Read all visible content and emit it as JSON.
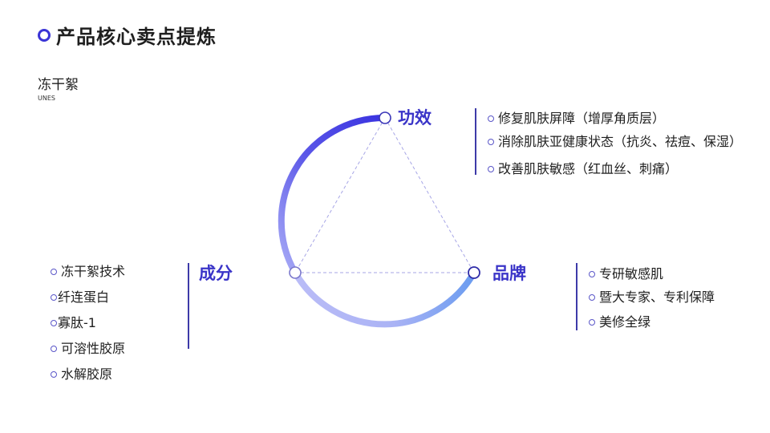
{
  "header": {
    "title": "产品核心卖点提炼",
    "accent_color": "#3a34d6"
  },
  "brand": {
    "name": "冻干絮",
    "sub": "UNES"
  },
  "diagram": {
    "nodes": [
      {
        "label": "功效",
        "position": "top"
      },
      {
        "label": "成分",
        "position": "left"
      },
      {
        "label": "品牌",
        "position": "right"
      }
    ],
    "arc_colors": [
      "#3b36e0",
      "#b9bcf7",
      "#6f9ef0"
    ]
  },
  "efficacy": {
    "label": "功效",
    "items": [
      "修复肌肤屏障（增厚角质层）",
      "消除肌肤亚健康状态（抗炎、祛痘、保湿）",
      "改善肌肤敏感（红血丝、刺痛）"
    ]
  },
  "ingredients": {
    "label": "成分",
    "items": [
      "冻干絮技术",
      "纤连蛋白",
      "寡肽-1",
      "可溶性胶原",
      "水解胶原"
    ]
  },
  "brand_points": {
    "label": "品牌",
    "items": [
      "专研敏感肌",
      "暨大专家、专利保障",
      "美修全绿"
    ]
  }
}
